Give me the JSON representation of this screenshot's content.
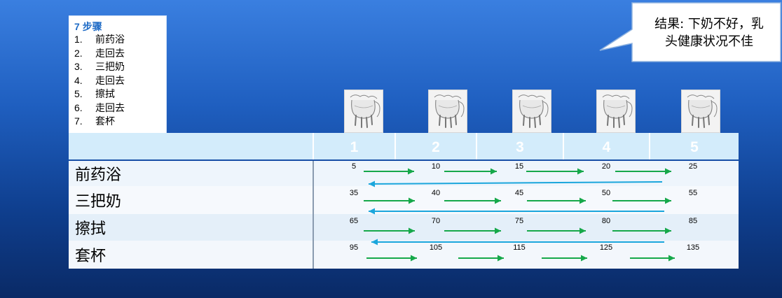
{
  "steps": {
    "title": "7 步骤",
    "items": [
      {
        "num": "1.",
        "label": "前药浴"
      },
      {
        "num": "2.",
        "label": "走回去"
      },
      {
        "num": "3.",
        "label": "三把奶"
      },
      {
        "num": "4.",
        "label": "走回去"
      },
      {
        "num": "5.",
        "label": "擦拭"
      },
      {
        "num": "6.",
        "label": "走回去"
      },
      {
        "num": "7.",
        "label": "套杯"
      }
    ]
  },
  "callout": {
    "line1": "结果: 下奶不好，乳",
    "line2": "头健康状况不佳"
  },
  "table": {
    "columns": [
      "1",
      "2",
      "3",
      "4",
      "5"
    ],
    "rows": [
      {
        "label": "前药浴",
        "values": [
          "5",
          "10",
          "15",
          "20",
          "25"
        ]
      },
      {
        "label": "三把奶",
        "values": [
          "35",
          "40",
          "45",
          "50",
          "55"
        ]
      },
      {
        "label": "擦拭",
        "values": [
          "65",
          "70",
          "75",
          "80",
          "85"
        ]
      },
      {
        "label": "套杯",
        "values": [
          "95",
          "105",
          "115",
          "125",
          "135"
        ]
      }
    ]
  },
  "colors": {
    "forward_arrow": "#16a84a",
    "return_arrow": "#1ba6dc",
    "header_bg": "#d3ecfb",
    "accent_title": "#1f6bc6"
  },
  "icons": [
    "cow-udder-icon",
    "cow-udder-icon",
    "cow-udder-icon",
    "cow-udder-icon",
    "cow-udder-icon"
  ]
}
